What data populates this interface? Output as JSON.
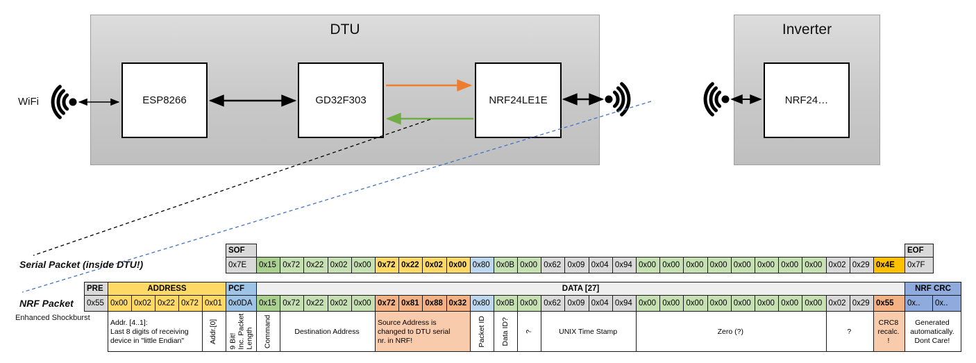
{
  "colors": {
    "black": "#000000",
    "gray": "#D9D9D9",
    "light_gray": "#EFEFEF",
    "green": "#C6E0B4",
    "green_dark": "#A9D08E",
    "yellow": "#FFD966",
    "gold": "#FFC000",
    "blue_light": "#BDD7EE",
    "blue": "#9DC3E6",
    "periwinkle": "#8FAADC",
    "salmon": "#F4B183",
    "salmon_light": "#F8CBAD",
    "orange_arrow": "#ED7D31",
    "green_arrow": "#70AD47",
    "blue_dashed": "#4472C4",
    "white": "#FFFFFF"
  },
  "diagram": {
    "wifi_label": "WiFi",
    "dtu": {
      "title": "DTU",
      "chips": [
        "ESP8266",
        "GD32F303",
        "NRF24LE1E"
      ]
    },
    "inverter": {
      "title": "Inverter",
      "chips": [
        "NRF24…"
      ]
    }
  },
  "serial_packet": {
    "label": "Serial Packet (inside DTU!)",
    "sof": {
      "header": "SOF",
      "value": "0x7E"
    },
    "eof": {
      "header": "EOF",
      "value": "0x7F"
    },
    "bytes": [
      {
        "v": "0x15",
        "c": "green_dark"
      },
      {
        "v": "0x72",
        "c": "green"
      },
      {
        "v": "0x22",
        "c": "green"
      },
      {
        "v": "0x02",
        "c": "green"
      },
      {
        "v": "0x00",
        "c": "green"
      },
      {
        "v": "0x72",
        "c": "yellow",
        "b": true
      },
      {
        "v": "0x22",
        "c": "yellow",
        "b": true
      },
      {
        "v": "0x02",
        "c": "yellow",
        "b": true
      },
      {
        "v": "0x00",
        "c": "yellow",
        "b": true
      },
      {
        "v": "0x80",
        "c": "blue_light"
      },
      {
        "v": "0x0B",
        "c": "green"
      },
      {
        "v": "0x00",
        "c": "green"
      },
      {
        "v": "0x62",
        "c": "gray"
      },
      {
        "v": "0x09",
        "c": "gray"
      },
      {
        "v": "0x04",
        "c": "gray"
      },
      {
        "v": "0x94",
        "c": "gray"
      },
      {
        "v": "0x00",
        "c": "green"
      },
      {
        "v": "0x00",
        "c": "green"
      },
      {
        "v": "0x00",
        "c": "green"
      },
      {
        "v": "0x00",
        "c": "green"
      },
      {
        "v": "0x00",
        "c": "green"
      },
      {
        "v": "0x00",
        "c": "green"
      },
      {
        "v": "0x00",
        "c": "green"
      },
      {
        "v": "0x00",
        "c": "green"
      },
      {
        "v": "0x02",
        "c": "gray"
      },
      {
        "v": "0x29",
        "c": "gray"
      },
      {
        "v": "0x4E",
        "c": "gold",
        "b": true
      }
    ]
  },
  "nrf_packet": {
    "label": "NRF Packet",
    "sublabel": "Enhanced Shockburst",
    "pre": {
      "header": "PRE",
      "value": "0x55"
    },
    "address": {
      "header": "ADDRESS",
      "values": [
        "0x00",
        "0x02",
        "0x22",
        "0x72",
        "0x01"
      ]
    },
    "pcf": {
      "header": "PCF",
      "value": "0x0DA"
    },
    "data_header": "DATA [27]",
    "bytes": [
      {
        "v": "0x15",
        "c": "green_dark"
      },
      {
        "v": "0x72",
        "c": "green"
      },
      {
        "v": "0x22",
        "c": "green"
      },
      {
        "v": "0x02",
        "c": "green"
      },
      {
        "v": "0x00",
        "c": "green"
      },
      {
        "v": "0x72",
        "c": "salmon",
        "b": true
      },
      {
        "v": "0x81",
        "c": "salmon",
        "b": true
      },
      {
        "v": "0x88",
        "c": "salmon",
        "b": true
      },
      {
        "v": "0x32",
        "c": "salmon",
        "b": true
      },
      {
        "v": "0x80",
        "c": "blue_light"
      },
      {
        "v": "0x0B",
        "c": "green"
      },
      {
        "v": "0x00",
        "c": "green"
      },
      {
        "v": "0x62",
        "c": "gray"
      },
      {
        "v": "0x09",
        "c": "gray"
      },
      {
        "v": "0x04",
        "c": "gray"
      },
      {
        "v": "0x94",
        "c": "gray"
      },
      {
        "v": "0x00",
        "c": "green"
      },
      {
        "v": "0x00",
        "c": "green"
      },
      {
        "v": "0x00",
        "c": "green"
      },
      {
        "v": "0x00",
        "c": "green"
      },
      {
        "v": "0x00",
        "c": "green"
      },
      {
        "v": "0x00",
        "c": "green"
      },
      {
        "v": "0x00",
        "c": "green"
      },
      {
        "v": "0x00",
        "c": "green"
      },
      {
        "v": "0x02",
        "c": "gray"
      },
      {
        "v": "0x29",
        "c": "gray"
      },
      {
        "v": "0x55",
        "c": "salmon",
        "b": true
      }
    ],
    "crc": {
      "header": "NRF CRC",
      "values": [
        "0x..",
        "0x.."
      ]
    }
  },
  "annotations": [
    {
      "text": "Addr. [4..1]:\nLast 8 digits of receiving\ndevice in \"little Endian\"",
      "vertical": false,
      "align": "left",
      "bg": "white"
    },
    {
      "text": "Addr.[0]",
      "vertical": true,
      "bg": "white"
    },
    {
      "text": "9 Bit!\nInc. Packet\nLength",
      "vertical": true,
      "bg": "white"
    },
    {
      "text": "Command",
      "vertical": true,
      "bg": "white"
    },
    {
      "text": "Destination Address",
      "vertical": false,
      "align": "center",
      "bg": "white"
    },
    {
      "text": "Source Address is\nchanged to DTU serial\nnr. in NRF!",
      "vertical": false,
      "align": "left",
      "bg": "salmon_light"
    },
    {
      "text": "Packet ID",
      "vertical": true,
      "bg": "white"
    },
    {
      "text": "Data ID?",
      "vertical": true,
      "bg": "white"
    },
    {
      "text": "?",
      "vertical": true,
      "bg": "white"
    },
    {
      "text": "UNIX Time Stamp",
      "vertical": false,
      "align": "center",
      "bg": "white"
    },
    {
      "text": "Zero (?)",
      "vertical": false,
      "align": "center",
      "bg": "white"
    },
    {
      "text": "?",
      "vertical": false,
      "align": "center",
      "bg": "white"
    },
    {
      "text": "CRC8\nrecalc.\n!",
      "vertical": false,
      "align": "center",
      "bg": "salmon_light"
    },
    {
      "text": "Generated\nautomatically.\nDont Care!",
      "vertical": false,
      "align": "center",
      "bg": "white"
    }
  ]
}
